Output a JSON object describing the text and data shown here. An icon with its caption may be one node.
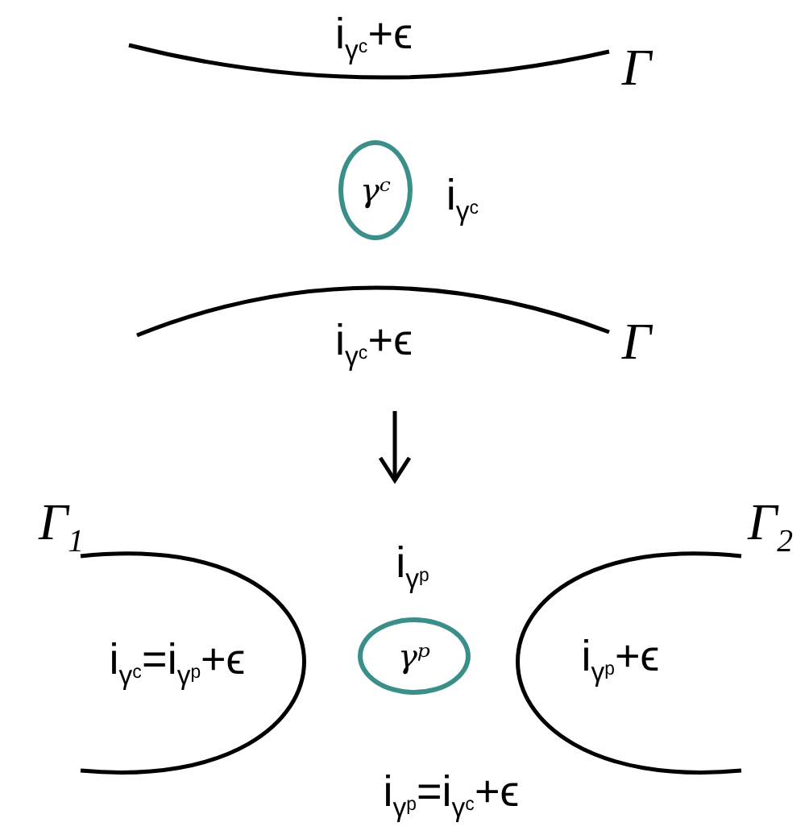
{
  "diagram": {
    "nodes": [
      {
        "text": [
          "γᶜ"
        ],
        "beside": [
          "i$_{γᶜ}$"
        ]
      },
      {
        "text": [
          "γᵖ"
        ],
        "beside": [
          "i$_{γᵖ}$"
        ]
      }
    ],
    "labels": [
      "i$_{γᶜ}$+ϵ",
      "Γ",
      "i$_{γᶜ}$+ϵ",
      "Γ",
      "Γ$_{1}$",
      "Γ$_{2}$",
      "i$_{γᶜ}$=i$_{γᵖ}$+ϵ",
      "i$_{γᵖ}$+ϵ",
      "i$_{γᵖ}$=i$_{γᶜ}$+ϵ"
    ]
  }
}
